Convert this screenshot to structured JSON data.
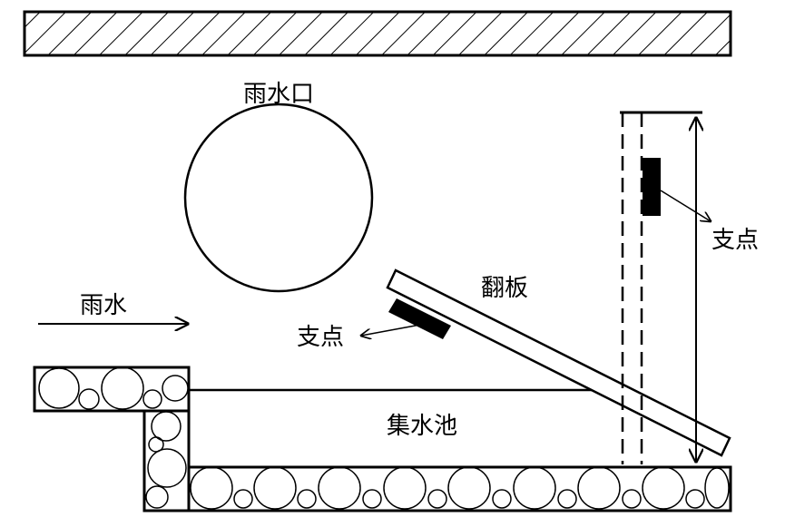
{
  "labels": {
    "inlet": "雨水口",
    "rainwater": "雨水",
    "pivot_left": "支点",
    "flap": "翻板",
    "pivot_right": "支点",
    "tank": "集水池"
  }
}
